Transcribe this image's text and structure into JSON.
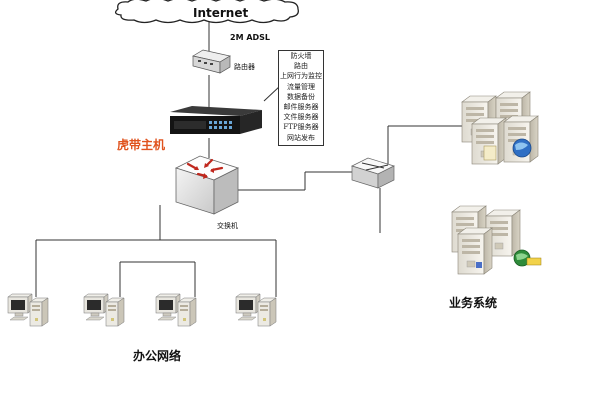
{
  "internet": {
    "label": "Internet"
  },
  "uplink": {
    "label": "2M ADSL"
  },
  "router": {
    "label": "路由器"
  },
  "host": {
    "label": "虎带主机"
  },
  "functions": [
    "防火墙",
    "路由",
    "上网行为监控",
    "流量管理",
    "数据备份",
    "邮件服务器",
    "文件服务器",
    "FTP服务器",
    "网站发布"
  ],
  "switch": {
    "label": "交换机"
  },
  "office": {
    "label": "办公网络",
    "computers": 4
  },
  "business": {
    "label": "业务系统"
  },
  "colors": {
    "host_label": "#e0531e",
    "line": "#333333",
    "cloud_stroke": "#222222"
  }
}
